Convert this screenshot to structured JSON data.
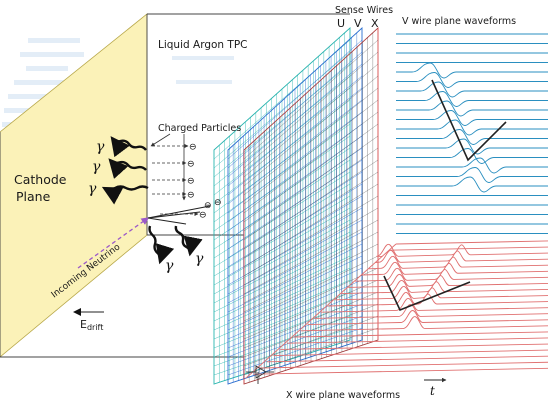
{
  "labels": {
    "tpc": "Liquid Argon TPC",
    "sense_wires": "Sense Wires",
    "plane_u": "U",
    "plane_v": "V",
    "plane_x": "X",
    "v_waveforms": "V wire plane waveforms",
    "x_waveforms": "X wire plane waveforms",
    "charged_particles": "Charged Particles",
    "cathode_line1": "Cathode",
    "cathode_line2": "Plane",
    "incoming_neutrino": "Incoming Neutrino",
    "e_drift_main": "E",
    "e_drift_sub": "drift",
    "time_axis": "t",
    "gamma": "γ",
    "electron": "⊖"
  },
  "colors": {
    "cathode_fill": "#fbf2b8",
    "u_wires": "#2bb5b0",
    "v_wires": "#2a6ed0",
    "x_wires": "#d84a4a",
    "v_waveform": "#2a8fc0",
    "x_waveform": "#e07070",
    "neutrino": "#9b59c8",
    "box_edge": "#444444"
  },
  "icons": {
    "photon_arrow": "wavy-arrow-icon",
    "electron": "circled-minus-icon"
  }
}
